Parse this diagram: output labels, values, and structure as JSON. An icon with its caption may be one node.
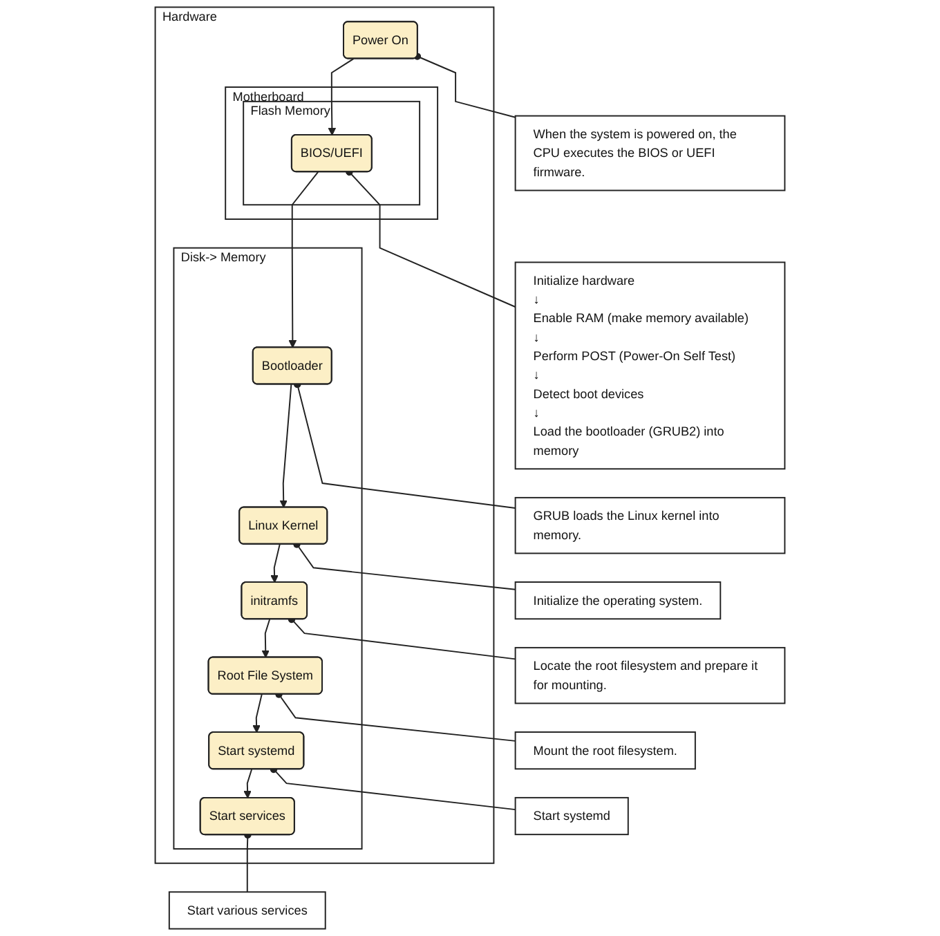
{
  "diagram": {
    "nodes": [
      {
        "text": [
          "Hardware"
        ]
      },
      {
        "text": [
          "Power On"
        ],
        "in": 0
      },
      {
        "text": [
          "Motherboard"
        ],
        "in": 0
      },
      {
        "text": [
          "Flash Memory"
        ],
        "in": 2
      },
      {
        "text": [
          "BIOS/UEFI"
        ],
        "in": 3
      },
      {
        "text": [
          "Disk-> Memory"
        ],
        "in": 0
      },
      {
        "text": [
          "Bootloader"
        ],
        "in": 5
      },
      {
        "text": [
          "Linux Kernel"
        ],
        "in": 5
      },
      {
        "text": [
          "initramfs"
        ],
        "in": 5
      },
      {
        "text": [
          "Root File System"
        ],
        "in": 5
      },
      {
        "text": [
          "Start systemd"
        ],
        "in": 5
      },
      {
        "text": [
          "Start services"
        ],
        "in": 5
      },
      {
        "text": [
          "When the system is powered on, the CPU executes the BIOS or UEFI firmware."
        ]
      },
      {
        "text": [
          "Initialize hardware",
          "↓",
          "Enable RAM (make memory available)",
          "↓",
          "Perform POST (Power-On Self Test)",
          "↓",
          "Detect boot devices",
          "↓",
          "Load the bootloader (GRUB2) into memory"
        ]
      },
      {
        "text": [
          "GRUB loads the Linux kernel into memory."
        ]
      },
      {
        "text": [
          "Initialize the operating system."
        ]
      },
      {
        "text": [
          "Locate the root filesystem and prepare it for mounting."
        ]
      },
      {
        "text": [
          "Mount the root filesystem."
        ]
      },
      {
        "text": [
          "Start systemd"
        ]
      },
      {
        "text": [
          "Start various services"
        ]
      }
    ],
    "edges": [
      {
        "from": 1,
        "to": 4,
        "arrow": "to"
      },
      {
        "from": 4,
        "to": 6,
        "arrow": "to"
      },
      {
        "from": 6,
        "to": 7,
        "arrow": "to"
      },
      {
        "from": 7,
        "to": 8,
        "arrow": "to"
      },
      {
        "from": 8,
        "to": 9,
        "arrow": "to"
      },
      {
        "from": 9,
        "to": 10,
        "arrow": "to"
      },
      {
        "from": 10,
        "to": 11,
        "arrow": "to"
      },
      {
        "from": 1,
        "to": 12,
        "arrow": "other"
      },
      {
        "from": 4,
        "to": 13,
        "arrow": "other"
      },
      {
        "from": 6,
        "to": 14,
        "arrow": "other"
      },
      {
        "from": 7,
        "to": 15,
        "arrow": "other"
      },
      {
        "from": 8,
        "to": 16,
        "arrow": "other"
      },
      {
        "from": 9,
        "to": 17,
        "arrow": "other"
      },
      {
        "from": 10,
        "to": 18,
        "arrow": "other"
      },
      {
        "from": 11,
        "to": 19,
        "arrow": "other"
      }
    ]
  }
}
